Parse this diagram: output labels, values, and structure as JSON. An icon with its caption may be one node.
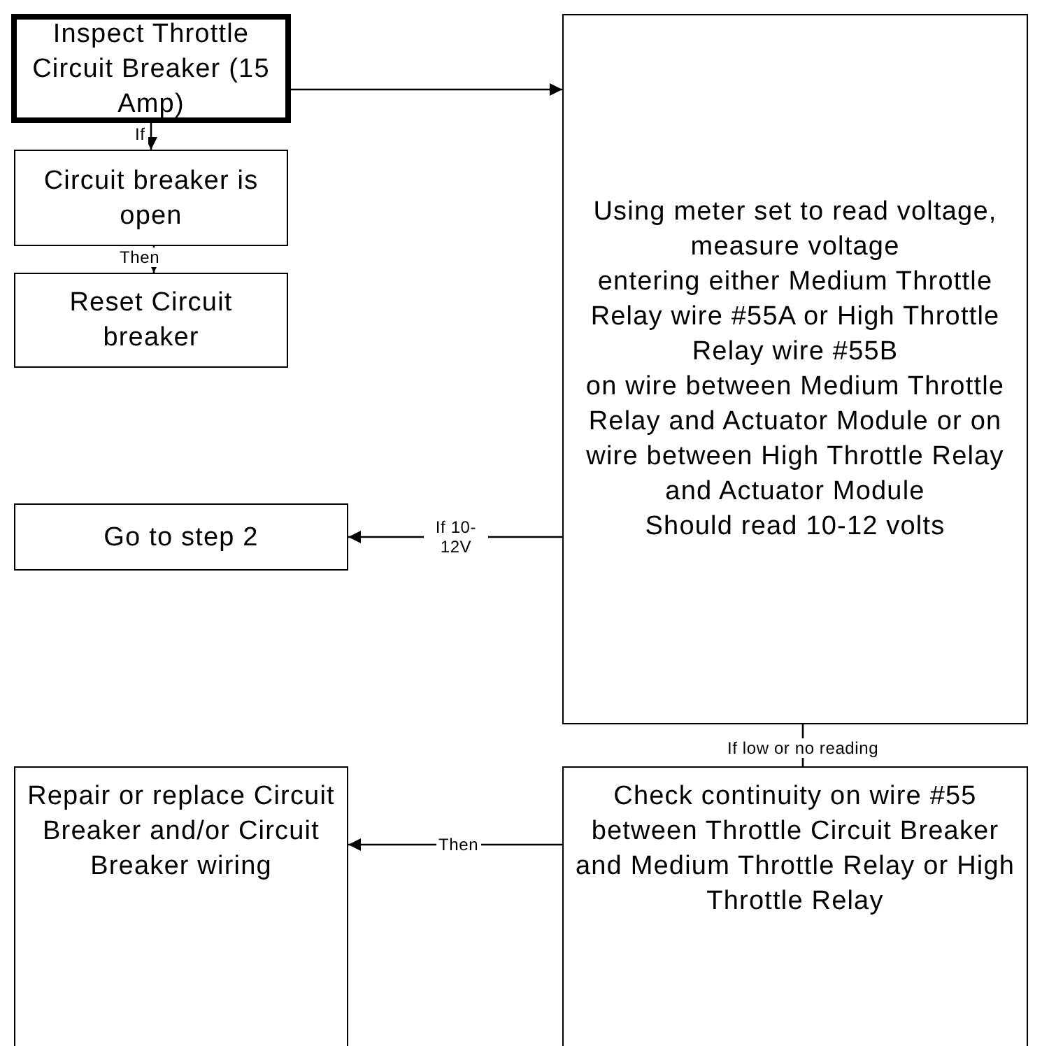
{
  "diagram": {
    "nodes": [
      {
        "text": [
          "Inspect Throttle Circuit Breaker (15 Amp)"
        ]
      },
      {
        "text": [
          "Circuit breaker is open"
        ]
      },
      {
        "text": [
          "Reset Circuit breaker"
        ]
      },
      {
        "text": [
          "Using meter set to read voltage, measure voltage",
          "entering either Medium Throttle Relay wire #55A or High Throttle Relay wire #55B",
          "on wire between Medium Throttle Relay and Actuator Module or on wire between High Throttle Relay and Actuator Module",
          "Should read 10-12 volts"
        ]
      },
      {
        "text": [
          "Go to step 2"
        ]
      },
      {
        "text": [
          "Repair or replace Circuit Breaker and/or Circuit Breaker wiring"
        ]
      },
      {
        "text": [
          "Check continuity on wire #55 between Throttle Circuit Breaker and Medium Throttle Relay or High Throttle Relay"
        ]
      }
    ],
    "edges": [
      {
        "from": 0,
        "to": 3,
        "arrow": "to"
      },
      {
        "from": 0,
        "to": 1,
        "label": "If",
        "arrow": "to"
      },
      {
        "from": 1,
        "to": 2,
        "label": "Then",
        "arrow": "to"
      },
      {
        "from": 3,
        "to": 4,
        "label": "If 10-12V",
        "arrow": "to"
      },
      {
        "from": 3,
        "to": 6,
        "label": "If low or no reading",
        "arrow": "none"
      },
      {
        "from": 6,
        "to": 5,
        "label": "Then",
        "arrow": "to"
      }
    ]
  }
}
